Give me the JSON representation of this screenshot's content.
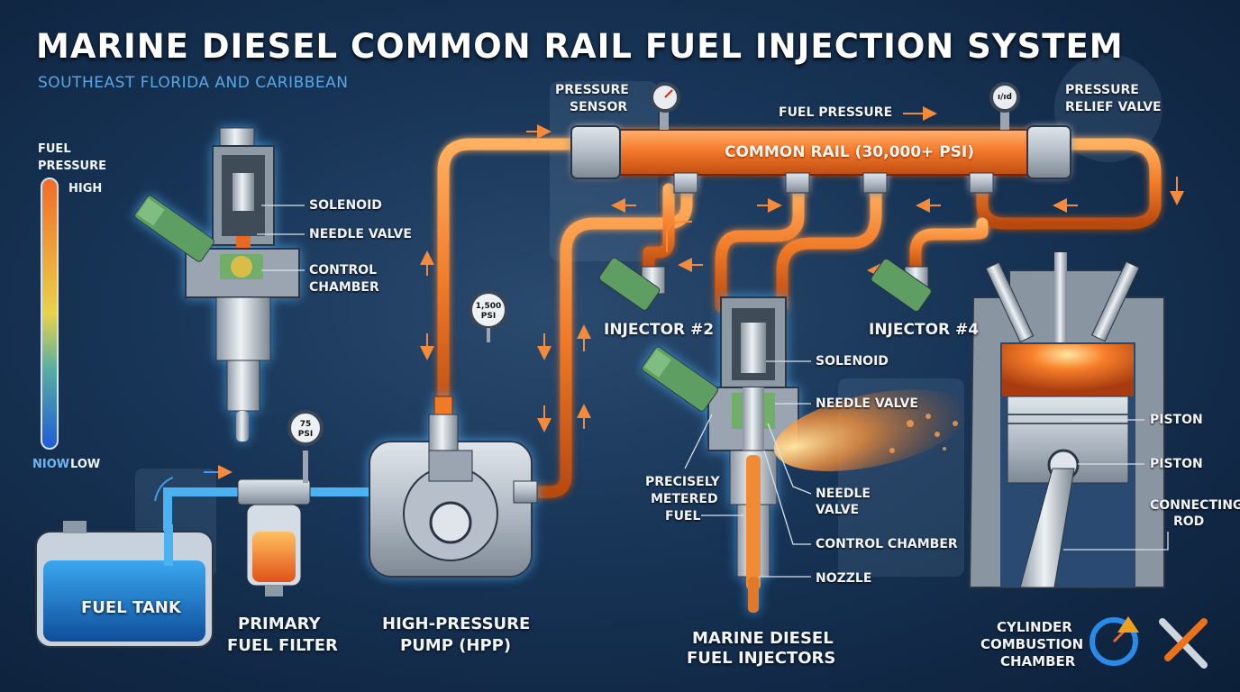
{
  "title": "MARINE DIESEL COMMON RAIL FUEL INJECTION SYSTEM",
  "subtitle": "SOUTHEAST FLORIDA AND CARIBBEAN",
  "legend": {
    "title_line1": "FUEL",
    "title_line2": "PRESSURE",
    "high": "HIGH",
    "low_prefix": "NIOW",
    "low": "LOW",
    "colors": {
      "high": "#f26a2a",
      "mid": "#e8d24a",
      "low": "#1e5ad8"
    }
  },
  "top_left_injector": {
    "solenoid": "SOLENOID",
    "needle_valve": "NEEDLE VALVE",
    "control_chamber_1": "CONTROL",
    "control_chamber_2": "CHAMBER"
  },
  "rail": {
    "label": "COMMON RAIL (30,000+ PSI)",
    "fuel_pressure": "FUEL PRESSURE",
    "pressure_sensor_1": "PRESSURE",
    "pressure_sensor_2": "SENSOR",
    "relief_valve_1": "PRESSURE",
    "relief_valve_2": "RELIEF VALVE",
    "relief_gauge_text": "ı/ıd"
  },
  "gauges": {
    "pump_line_1": "1,500",
    "pump_line_2": "PSI",
    "filter_line_1": "75",
    "filter_line_2": "PSI"
  },
  "injector_2": "INJECTOR #2",
  "injector_4": "INJECTOR #4",
  "center_injector": {
    "solenoid": "SOLENOID",
    "needle_valve": "NEEDLE VALVE",
    "needle_valve_2a": "NEEDLE",
    "needle_valve_2b": "VALVE",
    "control_chamber": "CONTROL CHAMBER",
    "nozzle": "NOZZLE",
    "metered_1": "PRECISELY",
    "metered_2": "METERED",
    "metered_3": "FUEL",
    "caption_1": "MARINE DIESEL",
    "caption_2": "FUEL INJECTORS"
  },
  "cylinder": {
    "piston_1": "PISTON",
    "piston_2": "PISTON",
    "rod_1": "CONNECTING",
    "rod_2": "ROD",
    "caption_1": "CYLINDER",
    "caption_2": "COMBUSTION",
    "caption_3": "CHAMBER"
  },
  "fuel_tank": "FUEL TANK",
  "filter": {
    "line_1": "PRIMARY",
    "line_2": "FUEL FILTER"
  },
  "pump": {
    "line_1": "HIGH-PRESSURE",
    "line_2": "PUMP (HPP)"
  },
  "icons": [
    "gauge-warning-icon",
    "wrench-screwdriver-icon"
  ]
}
